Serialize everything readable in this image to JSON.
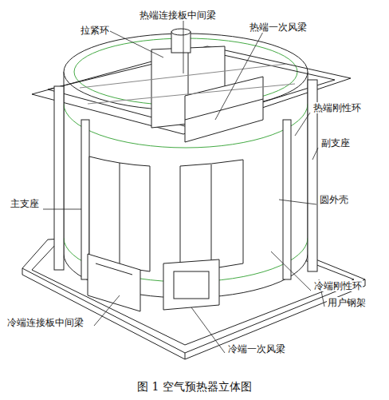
{
  "diagram": {
    "caption": "图 1 空气预热器立体图",
    "labels": [
      "拉紧环",
      "热端连接板中间梁",
      "热端一次风梁",
      "热端刚性环",
      "副支座",
      "圆外壳",
      "主支座",
      "冷端刚性环",
      "用户钢架",
      "冷端连接板中间梁",
      "冷端一次风梁"
    ]
  }
}
